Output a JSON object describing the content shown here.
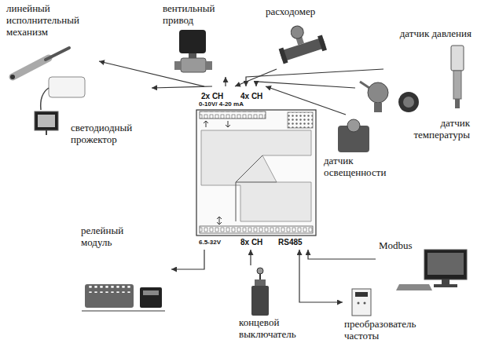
{
  "diagram": {
    "nodes": [
      {
        "text": [
          "линейный исполнительный механизм"
        ]
      },
      {
        "text": [
          "вентильный привод"
        ]
      },
      {
        "text": [
          "расходомер"
        ]
      },
      {
        "text": [
          "датчик давления"
        ]
      },
      {
        "text": [
          "светодиодный прожектор"
        ]
      },
      {
        "text": [
          "датчик температуры"
        ]
      },
      {
        "text": [
          "2x CH",
          "0-10V/ 4-20 mA",
          "4x CH",
          "6.5-32V",
          "8x CH",
          "RS485"
        ]
      },
      {
        "text": [
          "датчик освещенности"
        ]
      },
      {
        "text": [
          "релейный модуль"
        ]
      },
      {
        "text": [
          "Modbus"
        ]
      },
      {
        "text": [
          "концевой выключатель"
        ]
      },
      {
        "text": [
          "преобразователь частоты"
        ]
      }
    ],
    "edges": [
      {
        "from": 6,
        "to": 0,
        "arrow": "to"
      },
      {
        "from": 6,
        "to": 1,
        "arrow": "to"
      },
      {
        "from": 2,
        "to": 6,
        "arrow": "to"
      },
      {
        "from": 3,
        "to": 6,
        "arrow": "to"
      },
      {
        "from": 6,
        "to": 4,
        "arrow": "to"
      },
      {
        "from": 5,
        "to": 6,
        "arrow": "to"
      },
      {
        "from": 7,
        "to": 6,
        "arrow": "to"
      },
      {
        "from": 6,
        "to": 8,
        "arrow": "to"
      },
      {
        "from": 10,
        "to": 6,
        "arrow": "to"
      },
      {
        "from": 6,
        "to": 11,
        "arrow": "both"
      },
      {
        "from": 9,
        "to": 6,
        "arrow": "to"
      }
    ]
  }
}
